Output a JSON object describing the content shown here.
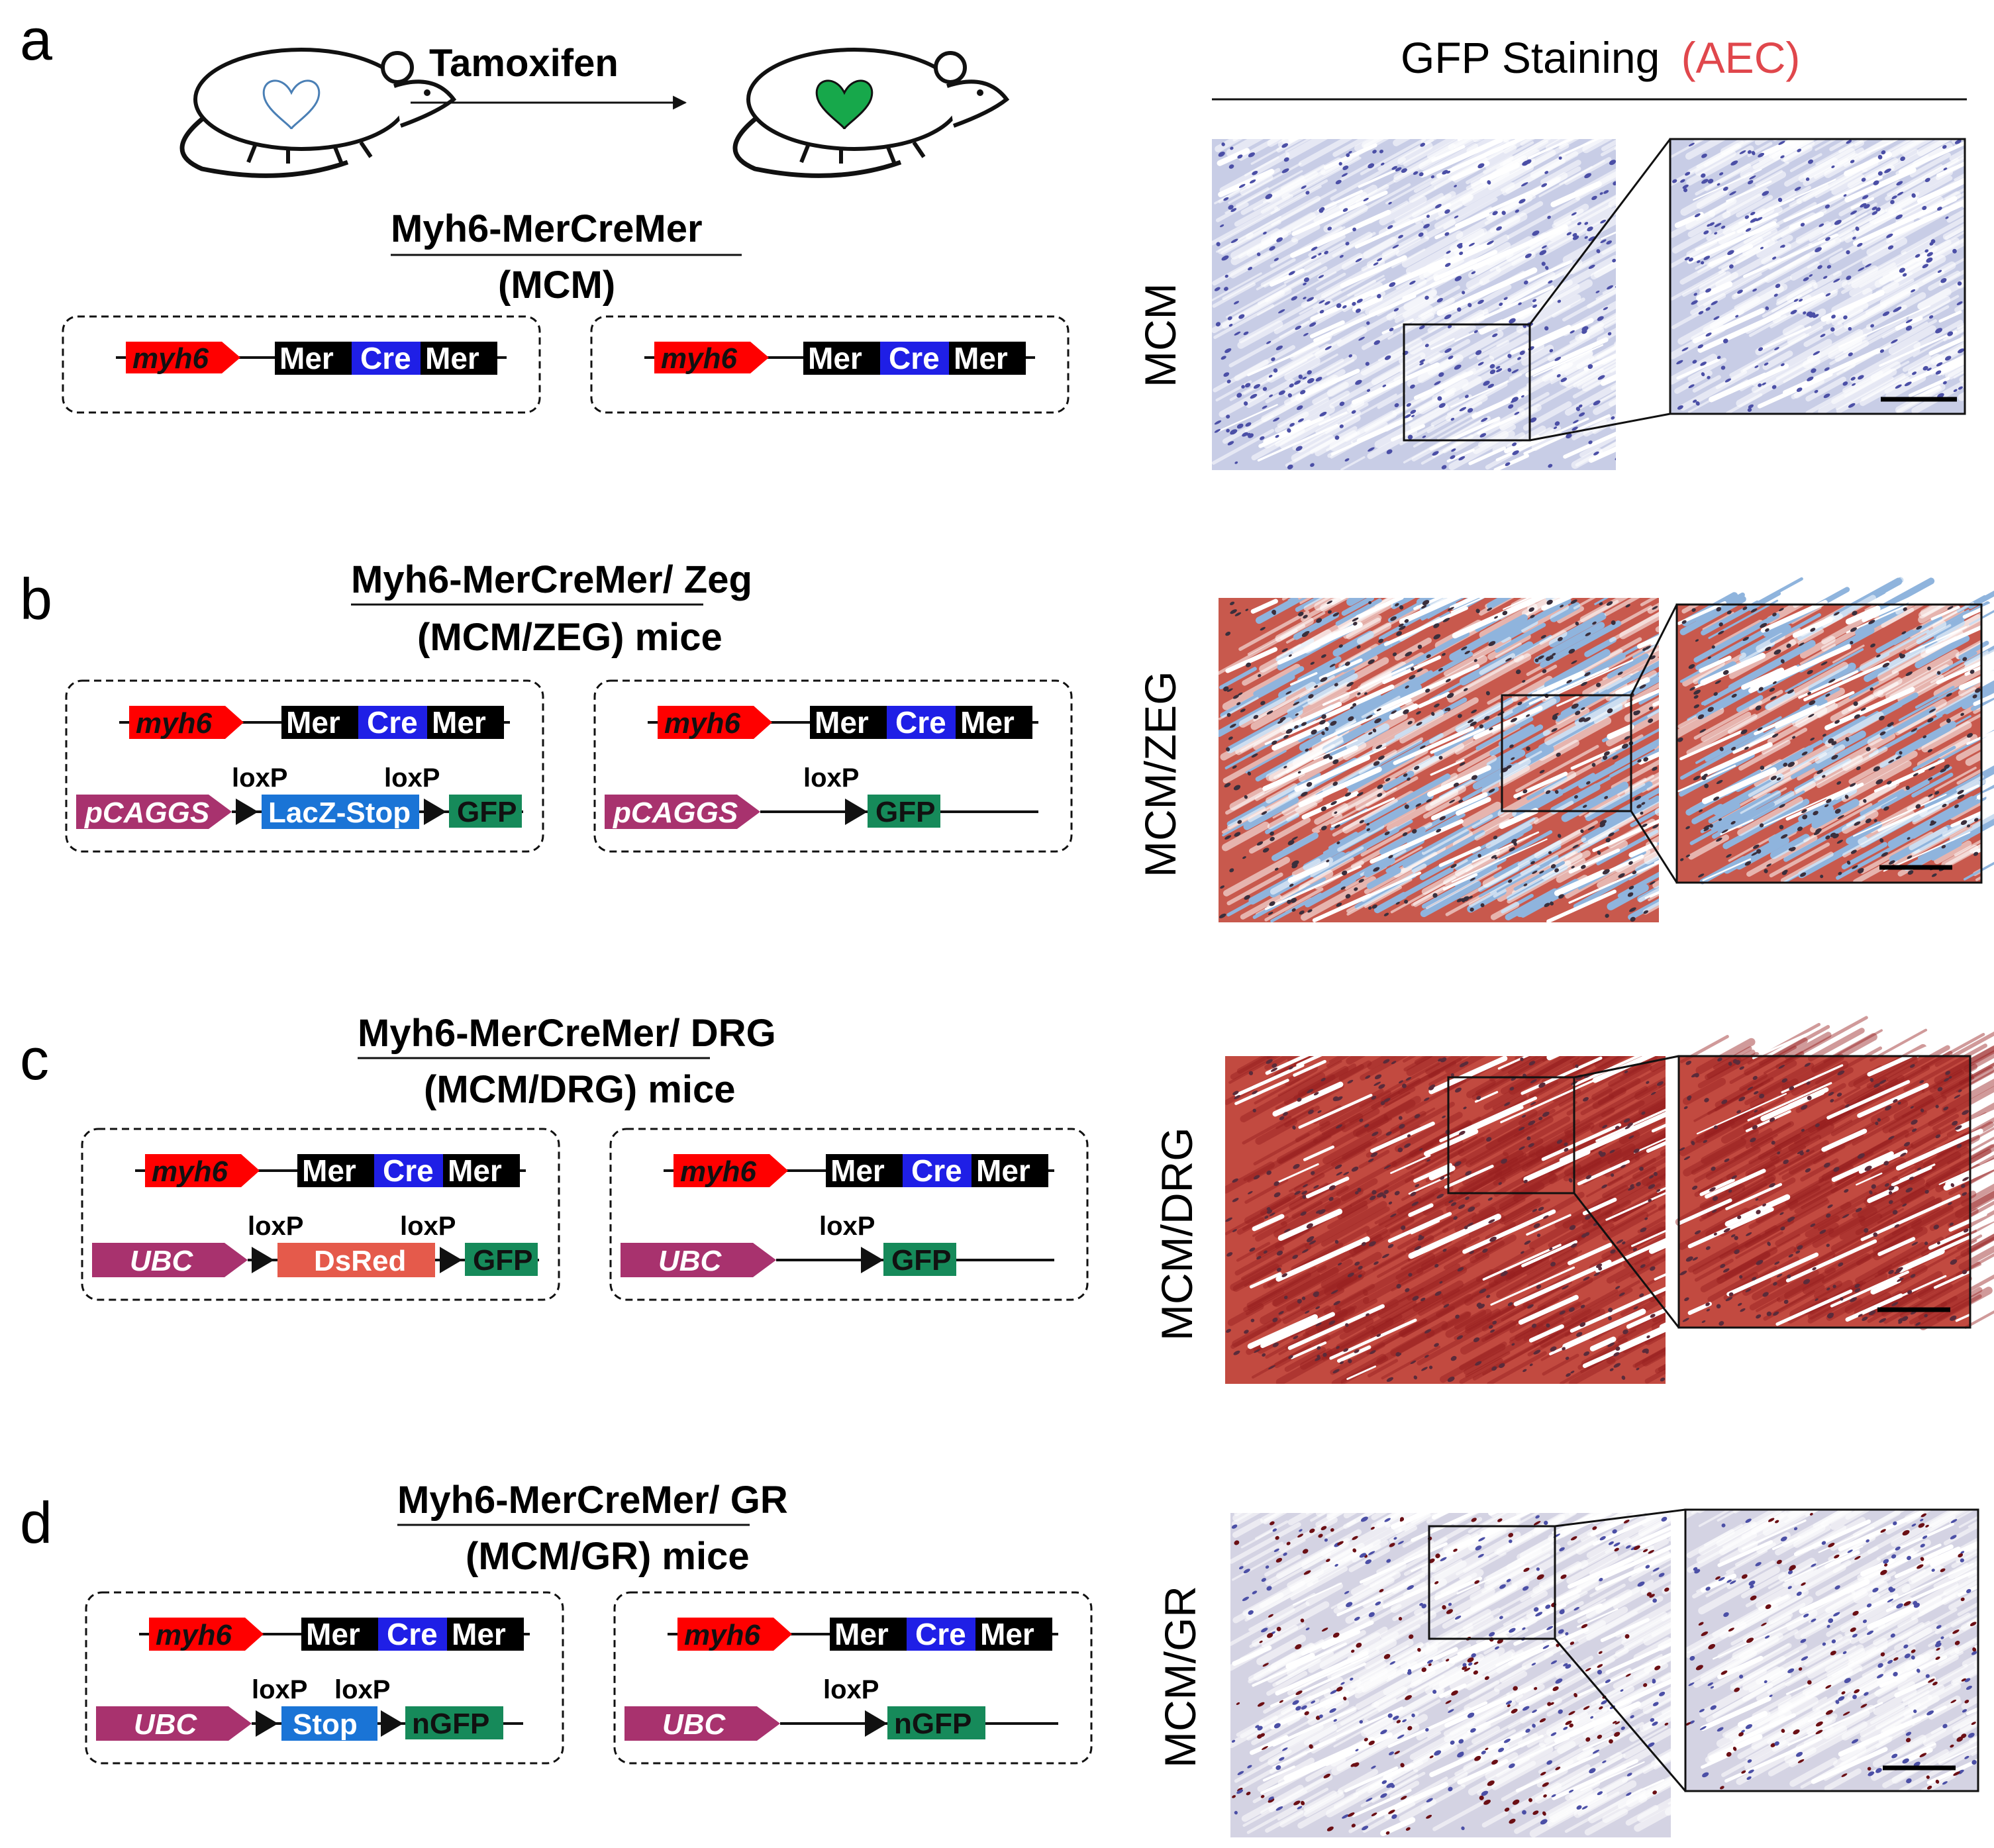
{
  "panels": [
    {
      "letter": "a",
      "title": "Myh6-MerCreMer",
      "title_suffix": "",
      "subtitle": "(MCM)",
      "row_label": "MCM",
      "constructs": [
        {
          "myh6": "myh6",
          "mer1": "Mer",
          "cre": "Cre",
          "mer2": "Mer"
        },
        {
          "myh6": "myh6",
          "mer1": "Mer",
          "cre": "Cre",
          "mer2": "Mer"
        }
      ],
      "tissue": "unstained"
    },
    {
      "letter": "b",
      "title": "Myh6-MerCreMer",
      "title_suffix": "/ Zeg",
      "subtitle": "(MCM/ZEG) mice",
      "row_label": "MCM/ZEG",
      "before": {
        "promoter": "pCAGGS",
        "loxp1": "loxP",
        "loxp2": "loxP",
        "cassette": "LacZ-Stop",
        "reporter": "GFP"
      },
      "after": {
        "promoter": "pCAGGS",
        "loxp": "loxP",
        "reporter": "GFP"
      },
      "tissue": "mosaic"
    },
    {
      "letter": "c",
      "title": "Myh6-MerCreMer",
      "title_suffix": "/ DRG",
      "subtitle": "(MCM/DRG) mice",
      "row_label": "MCM/DRG",
      "before": {
        "promoter": "UBC",
        "loxp1": "loxP",
        "loxp2": "loxP",
        "cassette": "DsRed",
        "reporter": "GFP"
      },
      "after": {
        "promoter": "UBC",
        "loxp": "loxP",
        "reporter": "GFP"
      },
      "tissue": "stained"
    },
    {
      "letter": "d",
      "title": "Myh6-MerCreMer",
      "title_suffix": "/ GR",
      "subtitle": "(MCM/GR) mice",
      "row_label": "MCM/GR",
      "before": {
        "promoter": "UBC",
        "loxp1": "loxP",
        "loxp2": "loxP",
        "cassette": "Stop",
        "reporter": "nGFP"
      },
      "after": {
        "promoter": "UBC",
        "loxp": "loxP",
        "reporter": "nGFP"
      },
      "tissue": "nuclear"
    }
  ],
  "arrow_label": "Tamoxifen",
  "staining_header": "GFP Staining",
  "staining_header_highlight": "(AEC)",
  "colors": {
    "myh6": "#ff0000",
    "mer": "#000000",
    "cre": "#1f1fe6",
    "promoter": "#a8326e",
    "lacz_stop": "#1a74d6",
    "dsred": "#e55a4b",
    "gfp": "#168a5a",
    "aec_text": "#e0474c",
    "heart_after": "#17a84b",
    "heart_before": "#4a7fb5",
    "tissue_blue": "#c8cde6",
    "tissue_red": "#c24a40",
    "mosaic_blue": "#8fb4dd"
  }
}
